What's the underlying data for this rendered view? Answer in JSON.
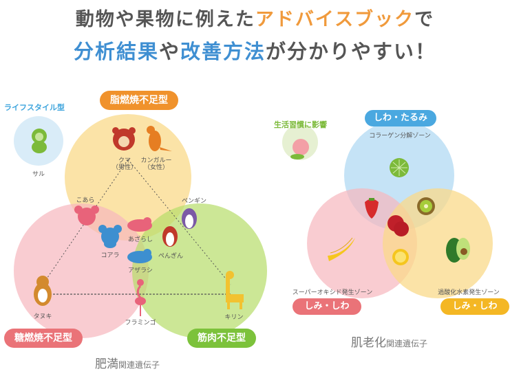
{
  "headline": {
    "line1_pre": "動物や果物に例えた",
    "line1_accent": "アドバイスブック",
    "line1_post": "で",
    "line2_a": "分析結果",
    "line2_b": "や",
    "line2_c": "改善方法",
    "line2_d": "が分かりやすい！"
  },
  "left": {
    "lifestyle_label": "ライフスタイル型",
    "lifestyle_animal": "サル",
    "fat_pill": "脂燃焼不足型",
    "sugar_pill": "糖燃焼不足型",
    "muscle_pill": "筋肉不足型",
    "animals": {
      "kuma": "クマ",
      "kuma_sub": "（男性）",
      "kangaroo": "カンガルー",
      "kangaroo_sub": "（女性）",
      "koala_top": "こあら",
      "penguin_top": "ペンギン",
      "azarashi": "あざらし",
      "koala": "コアラ",
      "pengin": "ぺんぎん",
      "azarashi2": "アザラシ",
      "tanuki": "タヌキ",
      "flamingo": "フラミンゴ",
      "kirin": "キリン"
    },
    "footer_main": "肥満",
    "footer_sub": "関連遺伝子"
  },
  "right": {
    "stress_label": "生活習慣に影響",
    "wrinkle_pill": "しわ・たるみ",
    "collagen_zone": "コラーゲン分解ゾーン",
    "superoxide_zone": "スーパーオキシド発生ゾーン",
    "peroxide_zone": "過酸化水素発生ゾーン",
    "left_pill": "しみ・しわ",
    "right_pill": "しみ・しわ",
    "footer_main": "肌老化",
    "footer_sub": "関連遺伝子"
  },
  "colors": {
    "yellow": "#f9d98a",
    "pink": "#f6b7be",
    "green": "#b7dd6a",
    "blue": "#bfe0f5",
    "orange_pill": "#f0922c",
    "pink_pill": "#ea7378",
    "green_pill": "#7cc23b",
    "blue_pill": "#4aa8e0",
    "yellow_pill": "#f4b724"
  }
}
